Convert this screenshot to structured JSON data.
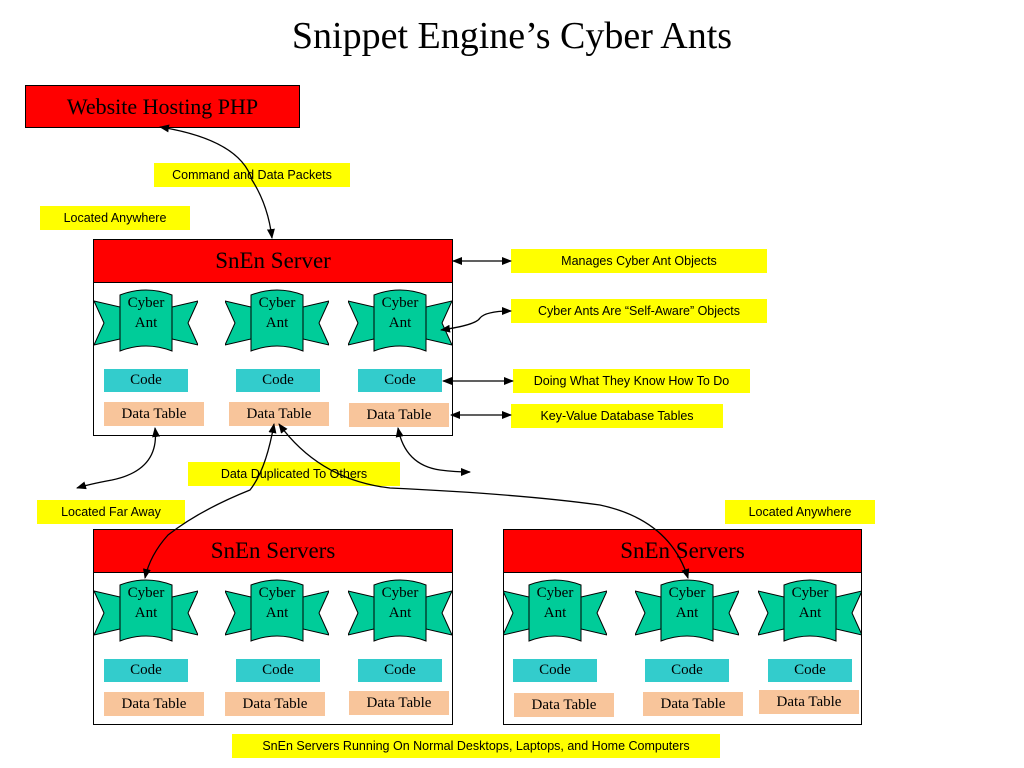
{
  "title": "Snippet Engine’s Cyber Ants",
  "hosting_box": "Website Hosting PHP",
  "notes": {
    "command": "Command and Data Packets",
    "located_anywhere_1": "Located Anywhere",
    "manages": "Manages Cyber Ant Objects",
    "self_aware": "Cyber Ants Are “Self-Aware” Objects",
    "doing": "Doing What They Know How To Do",
    "keyvalue": "Key-Value Database Tables",
    "duplicated": "Data Duplicated To Others",
    "located_far": "Located Far Away",
    "located_anywhere_2": "Located Anywhere",
    "running": "SnEn Servers Running On Normal Desktops, Laptops, and Home Computers"
  },
  "panels": [
    {
      "title": "SnEn  Server"
    },
    {
      "title": "SnEn  Servers"
    },
    {
      "title": "SnEn  Servers"
    }
  ],
  "ant": {
    "line1": "Cyber",
    "line2": "Ant"
  },
  "code_label": "Code",
  "data_table_label": "Data Table",
  "colors": {
    "header_red": "#ff0000",
    "note_yellow": "#ffff00",
    "ant_green": "#00cc99",
    "code_teal": "#33cccc",
    "table_peach": "#f8c59b"
  }
}
